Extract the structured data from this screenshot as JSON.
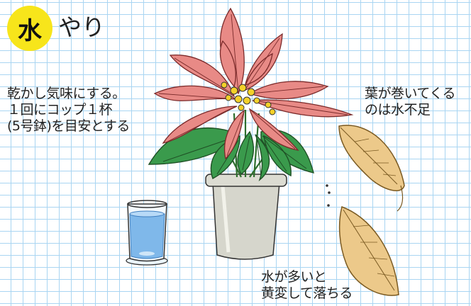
{
  "title": {
    "badge": "水",
    "rest": "やり"
  },
  "notes": {
    "left": "乾かし気味にする。\n１回にコップ１杯\n(5号鉢)を目安とする",
    "right": "葉が巻いてくる\nのは水不足",
    "bottom": "水が多いと\n黄変して落ちる"
  },
  "colors": {
    "grid": "#a9d5f2",
    "badge": "#f7e51b",
    "bract": "#e88a86",
    "leaf": "#3a9a4c",
    "pot": "#d6d6cc",
    "water": "#7fb8ea",
    "dry_leaf": "#ecc98a"
  },
  "icons": {
    "plant": "poinsettia-illustration",
    "glass": "water-glass-illustration",
    "dry_leaves": "curled-yellow-leaf-illustration"
  }
}
